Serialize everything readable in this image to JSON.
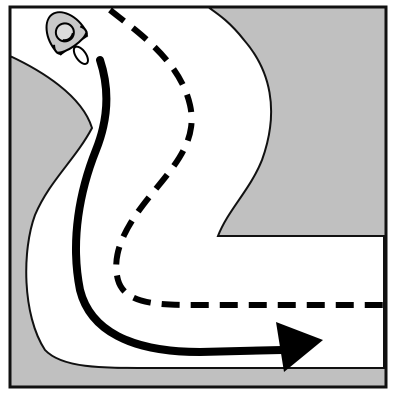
{
  "diagram": {
    "kind": "road-curve-riding-line",
    "colors": {
      "background": "#ffffff",
      "terrain": "#c0c0c0",
      "road": "#ffffff",
      "outline": "#111111",
      "path_solid": "#000000",
      "path_dashed": "#000000",
      "rider_body": "#c8c8c8",
      "rider_helmet": "#dcdcdc"
    },
    "elements": {
      "frame": "frame",
      "terrain_left": "terrain-left",
      "terrain_right": "terrain-right",
      "road": "road",
      "solid_path": "solid-line-with-arrow",
      "dashed_path": "dashed-line",
      "rider": "motorcycle-rider-icon"
    }
  }
}
